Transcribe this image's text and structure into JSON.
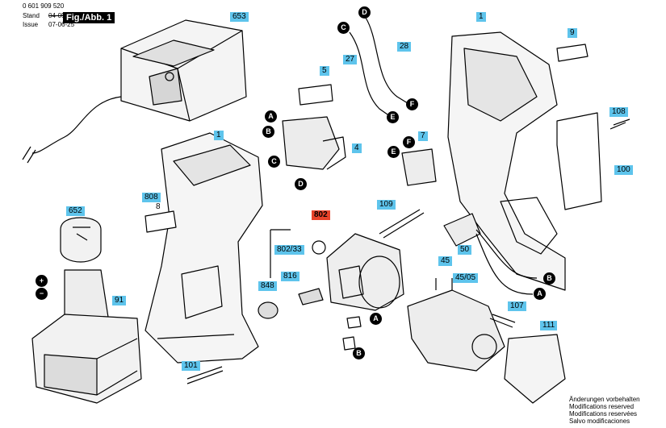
{
  "header": {
    "part_number": "0 601 909 520",
    "stand_label": "Stand",
    "stand_date": "04-05",
    "issue_label": "Issue",
    "issue_date": "07-06-25",
    "figure": "Fig./Abb. 1"
  },
  "parts": {
    "p1a": "1",
    "p1b": "1",
    "p4": "4",
    "p5": "5",
    "p7": "7",
    "p8": "8",
    "p9": "9",
    "p27": "27",
    "p28": "28",
    "p45": "45",
    "p4505": "45/05",
    "p50": "50",
    "p91": "91",
    "p100": "100",
    "p101": "101",
    "p107": "107",
    "p108": "108",
    "p109": "109",
    "p111": "111",
    "p652": "652",
    "p653": "653",
    "p802": "802",
    "p80233": "802/33",
    "p808": "808",
    "p816": "816",
    "p848": "848"
  },
  "connectors": {
    "A": "A",
    "B": "B",
    "C": "C",
    "D": "D",
    "E": "E",
    "F": "F",
    "plus": "+",
    "minus": "−"
  },
  "footer": {
    "de": "Änderungen vorbehalten",
    "en": "Modifications reserved",
    "fr": "Modifications reservées",
    "es": "Salvo modificaciones"
  },
  "colors": {
    "label_bg": "#5ec4ec",
    "highlight_bg": "#e8432a"
  }
}
